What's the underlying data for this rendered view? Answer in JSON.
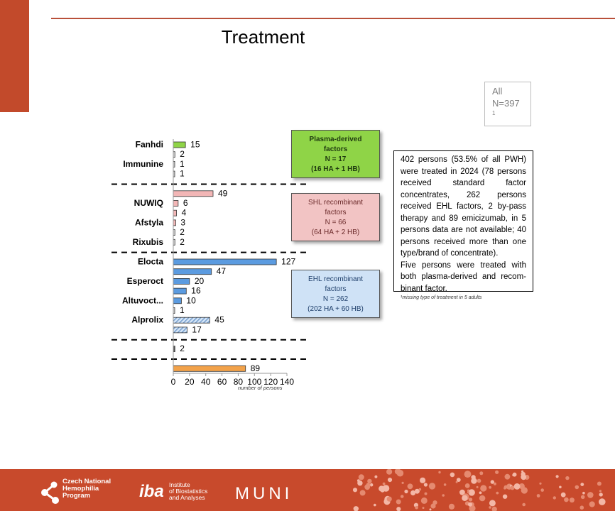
{
  "title": "Treatment",
  "all_box": {
    "line1": "All",
    "line2": "N=397",
    "sup": "1"
  },
  "legend_boxes": {
    "plasma": {
      "line1": "Plasma-derived",
      "line2": "factors",
      "line3": "N = 17",
      "line4": "(16 HA + 1 HB)",
      "color": "#8fd447"
    },
    "shl": {
      "line1": "SHL recombinant",
      "line2": "factors",
      "line3": "N = 66",
      "line4": "(64 HA + 2 HB)",
      "color": "#f2c4c4"
    },
    "ehl": {
      "line1": "EHL recombinant",
      "line2": "factors",
      "line3": "N = 262",
      "line4": "(202 HA + 60 HB)",
      "color": "#cfe2f6"
    }
  },
  "info_box": {
    "para1": "402 persons (53.5% of all PWH) were treated in 2024 (78 persons received standard factor concentrates, 262 persons received EHL factors, 2 by-pass therapy and 89 emicizumab, in 5 persons data are not available; 40 persons received more than one type/brand of concentrate).",
    "para2": "Five persons were treated with both plasma-derived and recom-binant factor."
  },
  "footnote": "¹missing type of treatment in 5 adults",
  "footer": {
    "logo1": [
      "Czech National",
      "Hemophilia",
      "Program"
    ],
    "logo2_mark": "iba",
    "logo2": [
      "Institute",
      "of Biostatistics",
      "and Analyses"
    ],
    "logo3": "MUNI"
  },
  "chart_data": {
    "type": "bar",
    "orientation": "horizontal",
    "xlabel": "number of persons",
    "xlim": [
      0,
      140
    ],
    "xticks": [
      0,
      20,
      40,
      60,
      80,
      100,
      120,
      140
    ],
    "grid": false,
    "bars": [
      {
        "label": "Fanhdi",
        "value": 15,
        "group": "plasma",
        "fill": "#8fd447",
        "hatch": false
      },
      {
        "label": "",
        "value": 2,
        "group": "plasma",
        "fill": "#d9d9d9",
        "hatch": false
      },
      {
        "label": "Immunine",
        "value": 1,
        "group": "plasma",
        "fill": "#d9d9d9",
        "hatch": false
      },
      {
        "label": "",
        "value": 1,
        "group": "plasma",
        "fill": "#d9d9d9",
        "hatch": false
      },
      {
        "label": "",
        "value": 49,
        "group": "shl",
        "fill": "#f2b6b6",
        "hatch": false
      },
      {
        "label": "NUWIQ",
        "value": 6,
        "group": "shl",
        "fill": "#f2b6b6",
        "hatch": false
      },
      {
        "label": "",
        "value": 4,
        "group": "shl",
        "fill": "#f2b6b6",
        "hatch": false
      },
      {
        "label": "Afstyla",
        "value": 3,
        "group": "shl",
        "fill": "#f2b6b6",
        "hatch": false
      },
      {
        "label": "",
        "value": 2,
        "group": "shl",
        "fill": "#d9d9d9",
        "hatch": false
      },
      {
        "label": "Rixubis",
        "value": 2,
        "group": "shl",
        "fill": "#d9d9d9",
        "hatch": false
      },
      {
        "label": "Elocta",
        "value": 127,
        "group": "ehl",
        "fill": "#5b9be0",
        "hatch": false
      },
      {
        "label": "",
        "value": 47,
        "group": "ehl",
        "fill": "#5b9be0",
        "hatch": false
      },
      {
        "label": "Esperoct",
        "value": 20,
        "group": "ehl",
        "fill": "#5b9be0",
        "hatch": false
      },
      {
        "label": "",
        "value": 16,
        "group": "ehl",
        "fill": "#5b9be0",
        "hatch": false
      },
      {
        "label": "Altuvoct...",
        "value": 10,
        "group": "ehl",
        "fill": "#5b9be0",
        "hatch": false
      },
      {
        "label": "",
        "value": 1,
        "group": "ehl",
        "fill": "#d9d9d9",
        "hatch": false
      },
      {
        "label": "Alprolix",
        "value": 45,
        "group": "ehl",
        "fill": "#a9cdf0",
        "hatch": true
      },
      {
        "label": "",
        "value": 17,
        "group": "ehl",
        "fill": "#a9cdf0",
        "hatch": true
      },
      {
        "label": "",
        "value": 2,
        "group": "bypass",
        "fill": "#555555",
        "hatch": false
      },
      {
        "label": "",
        "value": 89,
        "group": "emicizumab",
        "fill": "#f2a24a",
        "hatch": false
      }
    ]
  }
}
